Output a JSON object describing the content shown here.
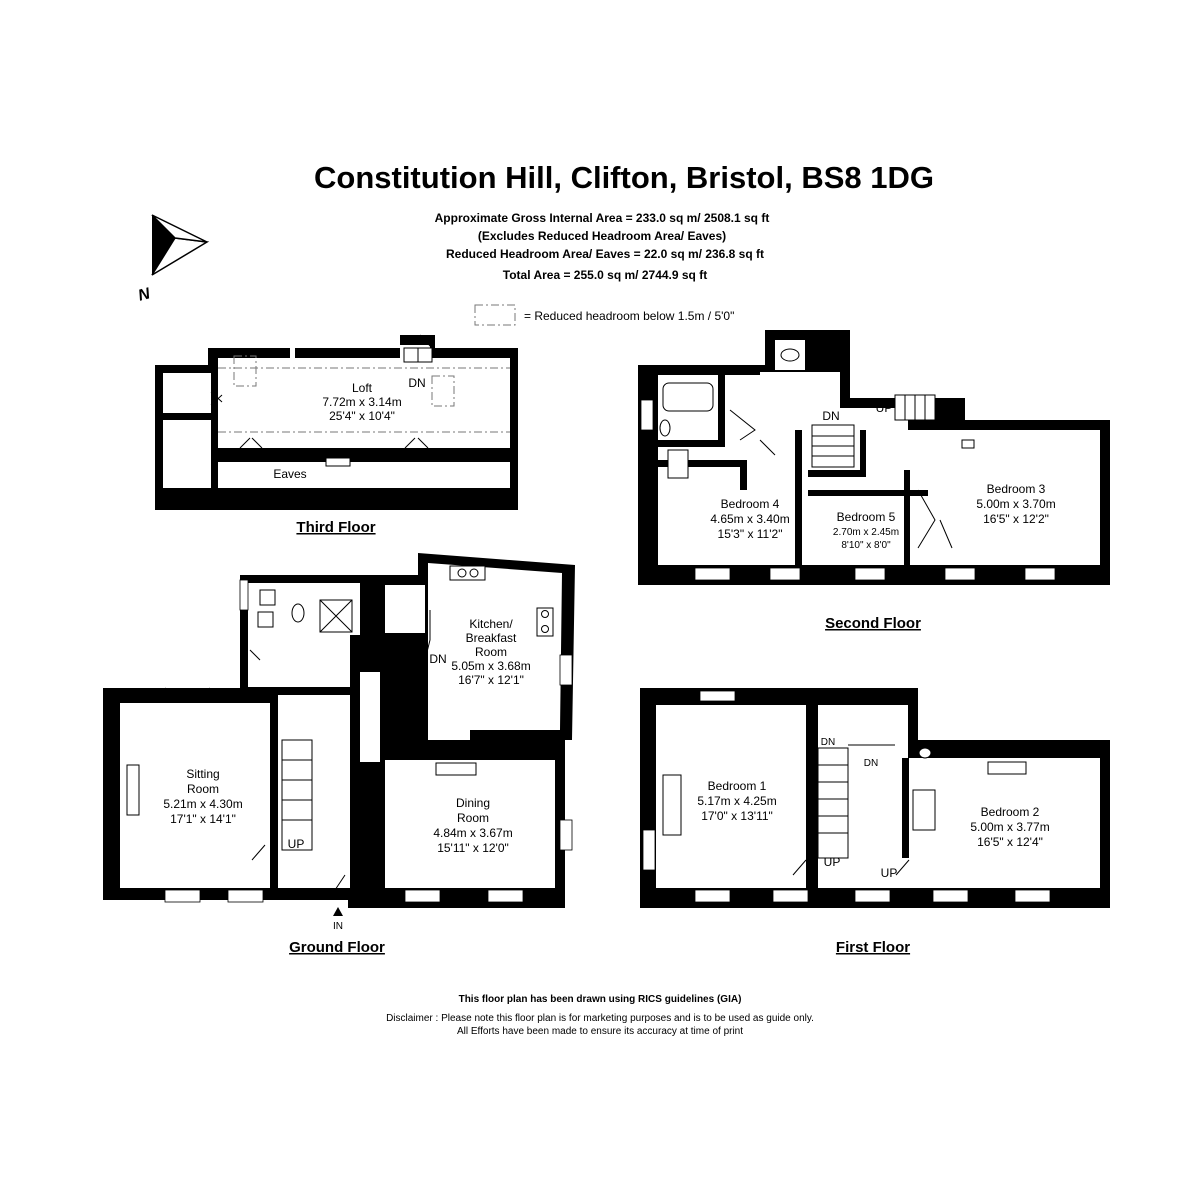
{
  "title": "Constitution Hill, Clifton, Bristol, BS8 1DG",
  "areas": [
    "Approximate Gross Internal Area = 233.0 sq m/ 2508.1 sq ft",
    "(Excludes Reduced Headroom Area/ Eaves)",
    "Reduced Headroom Area/ Eaves = 22.0 sq m/ 236.8 sq ft",
    "Total Area = 255.0 sq m/ 2744.9 sq ft"
  ],
  "legend": "= Reduced headroom below 1.5m / 5'0\"",
  "compass": "N",
  "floors": {
    "third": "Third Floor",
    "second": "Second Floor",
    "ground": "Ground Floor",
    "first": "First Floor"
  },
  "rooms": {
    "loft": {
      "name": "Loft",
      "metric": "7.72m x 3.14m",
      "imperial": "25'4\" x 10'4\""
    },
    "eaves": {
      "name": "Eaves"
    },
    "bedroom4": {
      "name": "Bedroom 4",
      "metric": "4.65m x 3.40m",
      "imperial": "15'3\" x 11'2\""
    },
    "bedroom5": {
      "name": "Bedroom 5",
      "metric": "2.70m x 2.45m",
      "imperial": "8'10\" x 8'0\""
    },
    "bedroom3": {
      "name": "Bedroom 3",
      "metric": "5.00m x 3.70m",
      "imperial": "16'5\" x 12'2\""
    },
    "kitchen": {
      "name1": "Kitchen/",
      "name2": "Breakfast",
      "name3": "Room",
      "metric": "5.05m x 3.68m",
      "imperial": "16'7\" x 12'1\""
    },
    "sitting": {
      "name1": "Sitting",
      "name2": "Room",
      "metric": "5.21m x 4.30m",
      "imperial": "17'1\" x 14'1\""
    },
    "dining": {
      "name1": "Dining",
      "name2": "Room",
      "metric": "4.84m x 3.67m",
      "imperial": "15'11\" x 12'0\""
    },
    "bedroom1": {
      "name": "Bedroom 1",
      "metric": "5.17m x 4.25m",
      "imperial": "17'0\" x 13'11\""
    },
    "bedroom2": {
      "name": "Bedroom 2",
      "metric": "5.00m x 3.77m",
      "imperial": "16'5\" x 12'4\""
    }
  },
  "stairs": {
    "up": "UP",
    "down": "DN",
    "entrance": "IN"
  },
  "footer": {
    "rics": "This floor plan has been drawn using RICS guidelines (GIA)",
    "disclaimer1": "Disclaimer : Please note this floor plan is for marketing purposes and is to be used as guide only.",
    "disclaimer2": "All Efforts have been made to ensure its accuracy at time of print"
  }
}
